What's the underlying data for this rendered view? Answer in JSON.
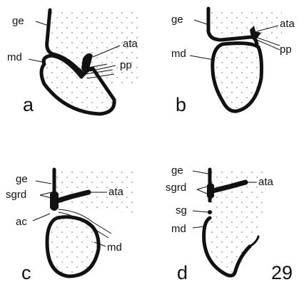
{
  "figure_number": "29",
  "panels": {
    "a": {
      "letter": "a",
      "labels": {
        "ge": "ge",
        "md": "md",
        "ata": "ata",
        "pp": "pp"
      }
    },
    "b": {
      "letter": "b",
      "labels": {
        "ge": "ge",
        "md": "md",
        "ata": "ata",
        "pp": "pp"
      }
    },
    "c": {
      "letter": "c",
      "labels": {
        "ge": "ge",
        "sgrd": "sgrd",
        "ac": "ac",
        "ata": "ata",
        "md": "md"
      }
    },
    "d": {
      "letter": "d",
      "labels": {
        "ge": "ge",
        "sgrd": "sgrd",
        "sg": "sg",
        "md": "md",
        "ata": "ata"
      }
    }
  },
  "colors": {
    "ink": "#111111",
    "background": "#ffffff"
  }
}
